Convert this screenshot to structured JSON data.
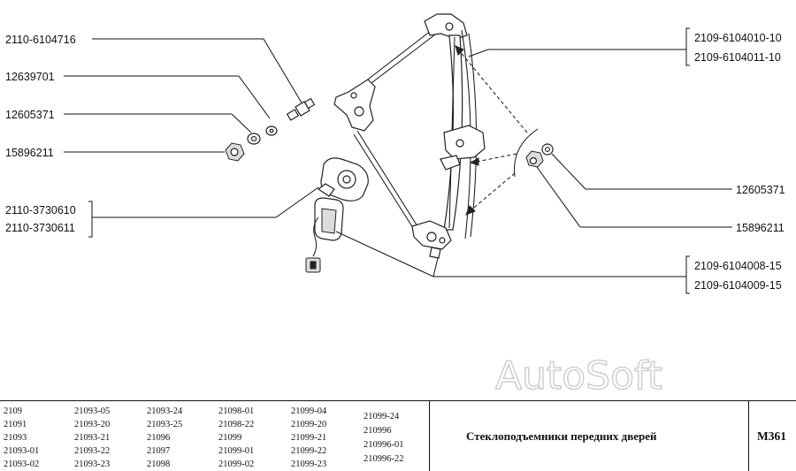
{
  "labels": {
    "left": [
      "2110-6104716",
      "12639701",
      "12605371",
      "15896211"
    ],
    "motor": [
      "2110-3730610",
      "2110-3730611"
    ],
    "right_top": [
      "2109-6104010-10",
      "2109-6104011-10"
    ],
    "right_mid": [
      "12605371",
      "15896211"
    ],
    "right_bottom": [
      "2109-6104008-15",
      "2109-6104009-15"
    ]
  },
  "watermark": "AutoSoft",
  "footer": {
    "models_col1": [
      "2109",
      "21091",
      "21093",
      "21093-01",
      "21093-02"
    ],
    "models_col2": [
      "21093-05",
      "21093-20",
      "21093-21",
      "21093-22",
      "21093-23"
    ],
    "models_col3": [
      "21093-24",
      "21093-25",
      "21096",
      "21097",
      "21098"
    ],
    "models_col4": [
      "21098-01",
      "21098-22",
      "21099",
      "21099-01",
      "21099-02"
    ],
    "models_col5": [
      "21099-04",
      "21099-20",
      "21099-21",
      "21099-22",
      "21099-23"
    ],
    "models_col6": [
      "21099-24",
      "210996",
      "210996-01",
      "210996-22"
    ],
    "title": "Стеклоподъемники передних дверей",
    "code": "M361"
  }
}
